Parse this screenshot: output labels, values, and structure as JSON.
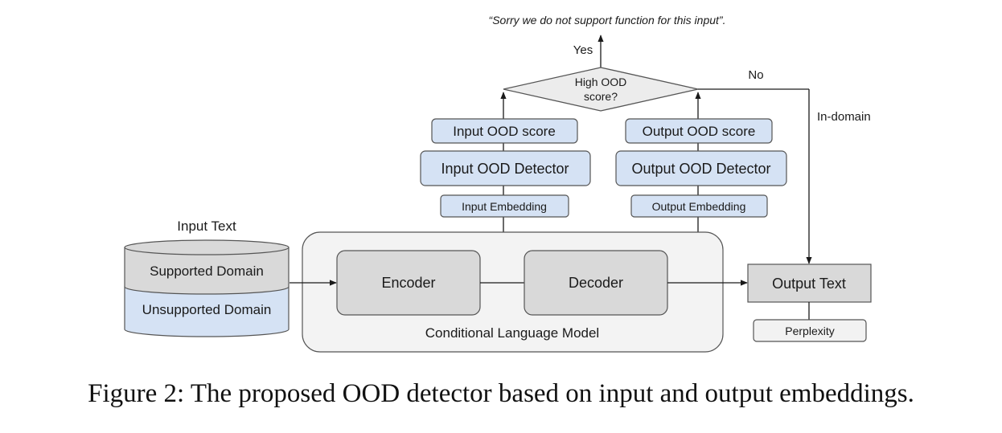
{
  "diagram": {
    "refusal_message": "“Sorry we do not support function for this input”.",
    "yes_label": "Yes",
    "no_label": "No",
    "in_domain_label": "In-domain",
    "decision_line1": "High OOD",
    "decision_line2": "score?",
    "input_ood_score": "Input OOD score",
    "output_ood_score": "Output OOD score",
    "input_ood_detector": "Input OOD Detector",
    "output_ood_detector": "Output OOD Detector",
    "input_embedding": "Input Embedding",
    "output_embedding": "Output Embedding",
    "input_text_title": "Input Text",
    "supported_domain": "Supported Domain",
    "unsupported_domain": "Unsupported Domain",
    "encoder": "Encoder",
    "decoder": "Decoder",
    "model_label": "Conditional Language Model",
    "output_text": "Output Text",
    "perplexity": "Perplexity",
    "colors": {
      "blue_box": "#d5e2f4",
      "gray_box": "#d9d9d9",
      "light_gray": "#f2f2f2",
      "line": "#1a1a1a"
    }
  },
  "caption": "Figure 2: The proposed OOD detector based on input and output embeddings."
}
